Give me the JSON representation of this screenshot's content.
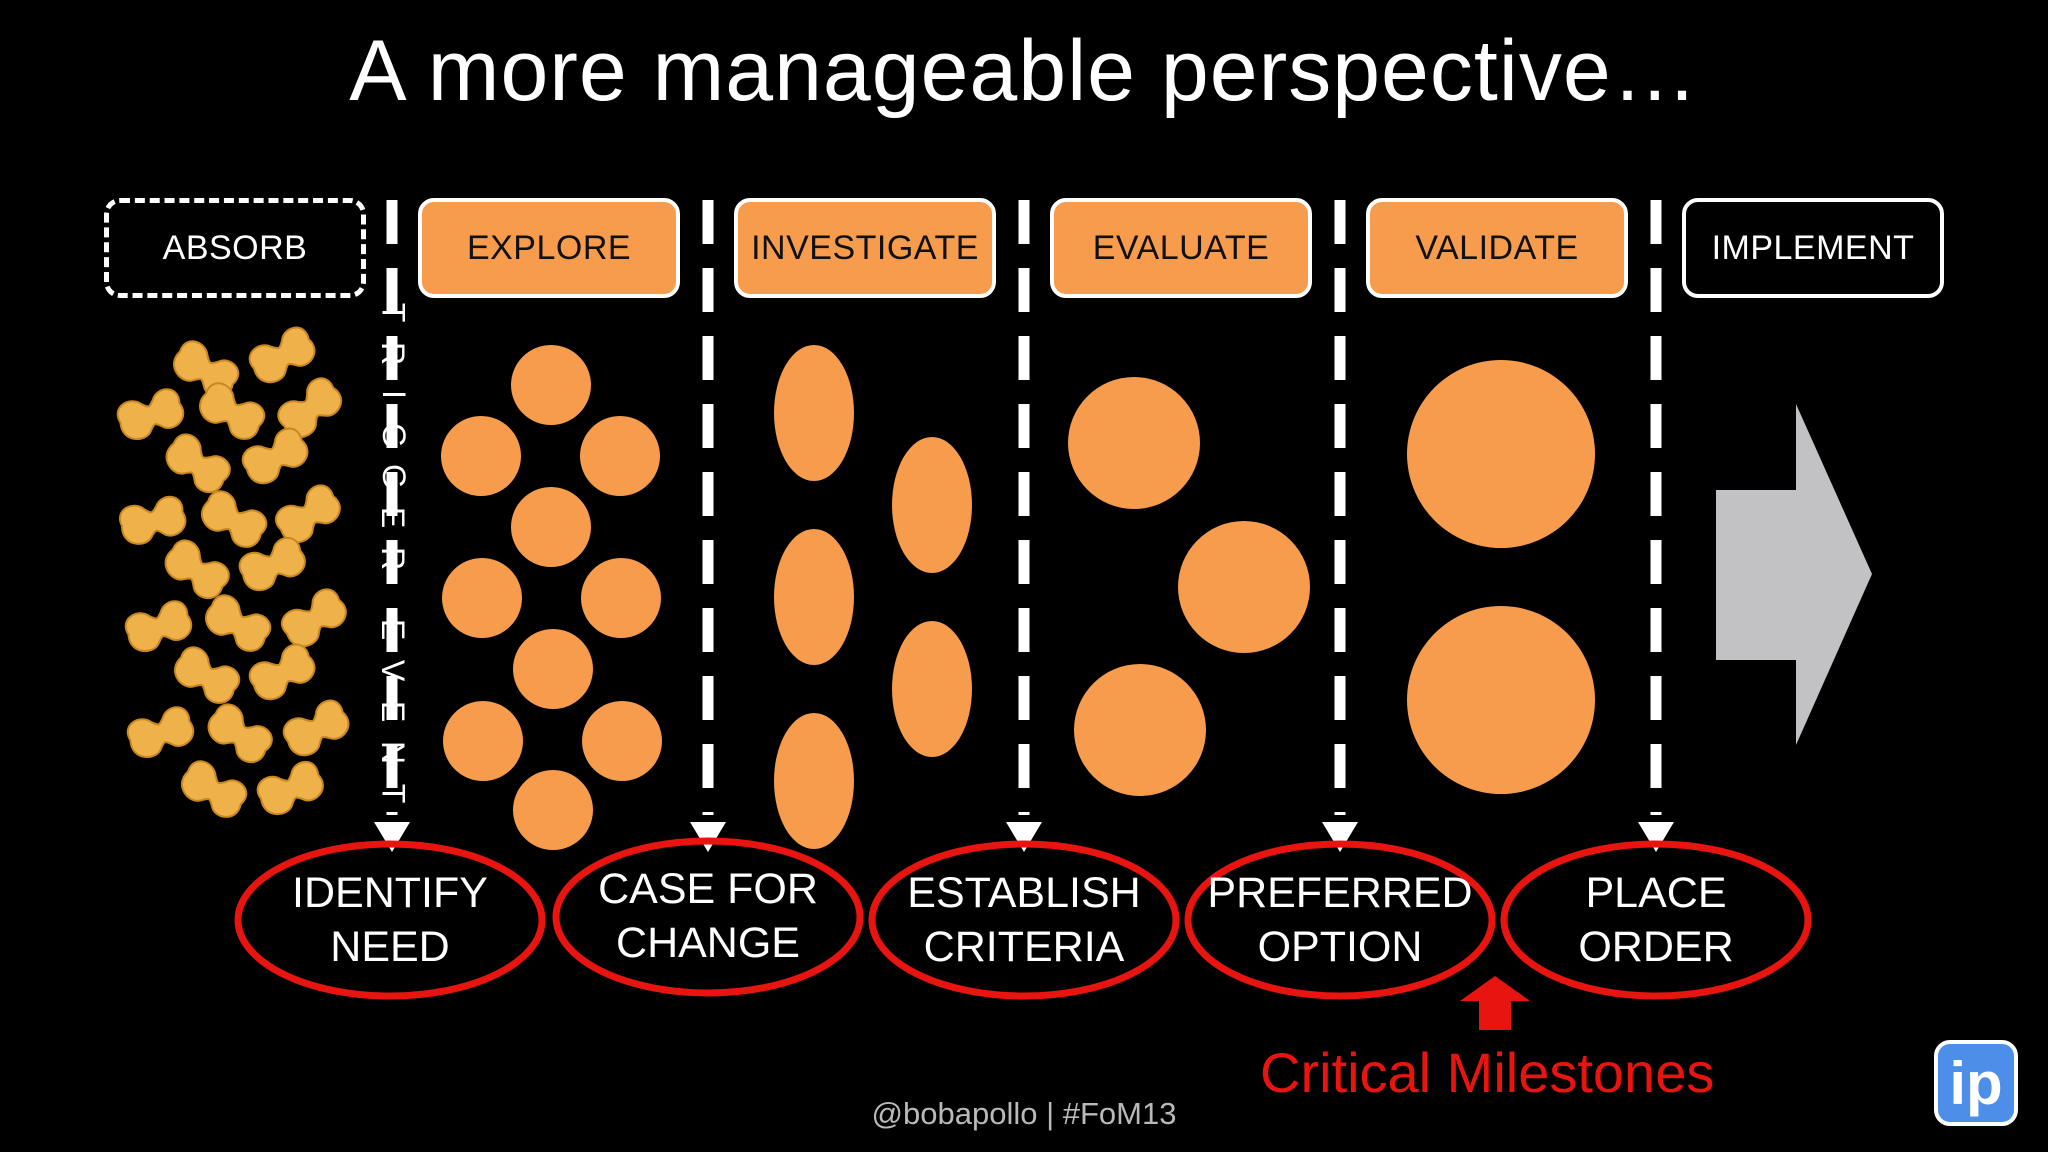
{
  "title": "A more manageable perspective…",
  "stages": [
    {
      "label": "ABSORB",
      "style": "dashed"
    },
    {
      "label": "EXPLORE",
      "style": "orange"
    },
    {
      "label": "INVESTIGATE",
      "style": "orange"
    },
    {
      "label": "EVALUATE",
      "style": "orange"
    },
    {
      "label": "VALIDATE",
      "style": "orange"
    },
    {
      "label": "IMPLEMENT",
      "style": "outline"
    }
  ],
  "trigger_label": "TRIGGER EVENT",
  "milestones": [
    {
      "line1": "IDENTIFY",
      "line2": "NEED"
    },
    {
      "line1": "CASE FOR",
      "line2": "CHANGE"
    },
    {
      "line1": "ESTABLISH",
      "line2": "CRITERIA"
    },
    {
      "line1": "PREFERRED",
      "line2": "OPTION"
    },
    {
      "line1": "PLACE",
      "line2": "ORDER"
    }
  ],
  "critical_label": "Critical Milestones",
  "credit": "@bobapollo | #FoM13",
  "logo_text": "ip",
  "colors": {
    "background": "#000000",
    "orange": "#f79c4c",
    "peanut": "#efb24a",
    "milestone_ring": "#e8140f",
    "arrow": "#c2c2c4",
    "text": "#ffffff"
  }
}
